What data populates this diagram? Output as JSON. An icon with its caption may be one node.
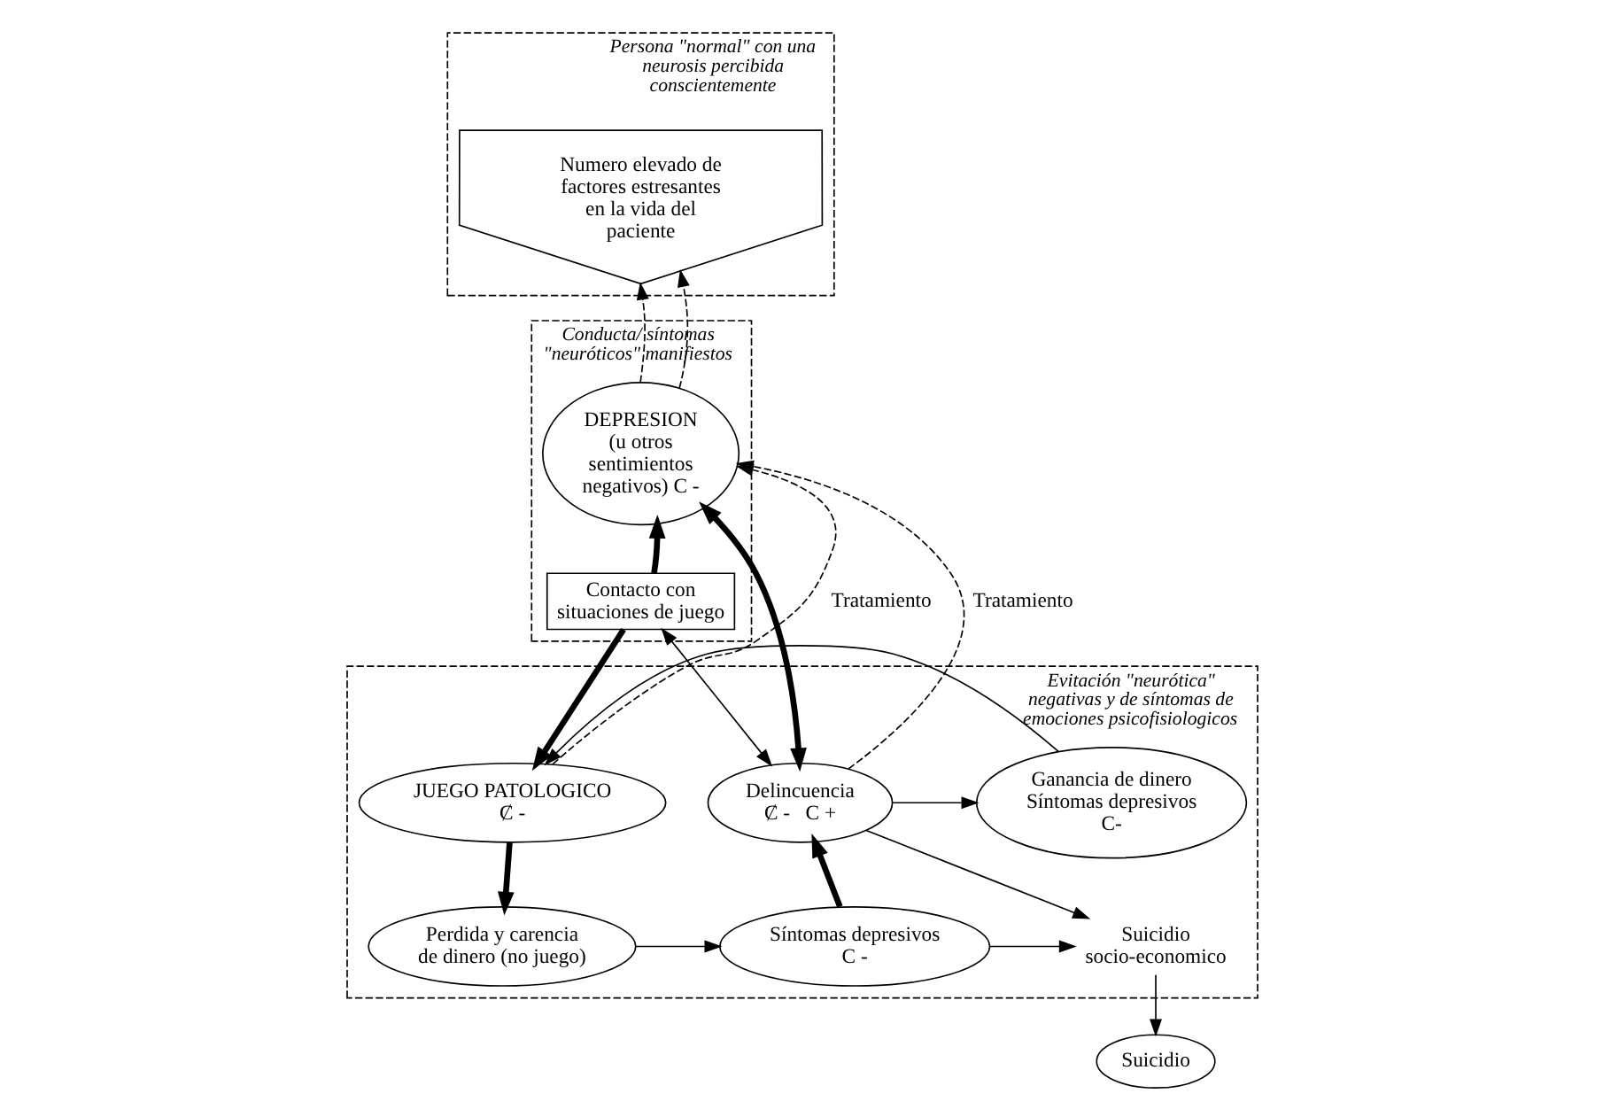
{
  "diagram": {
    "nodes": [
      {
        "text": [
          "Persona \"normal\" con una neurosis percibida conscientemente"
        ]
      },
      {
        "text": [
          "Numero elevado de factores estresantes en la vida del paciente"
        ],
        "in": 0
      },
      {
        "text": [
          "Conducta/ síntomas \"neuróticos\" manifiestos"
        ]
      },
      {
        "text": [
          "DEPRESION",
          "(u otros sentimientos negativos) C -"
        ],
        "in": 2
      },
      {
        "text": [
          "Contacto con situaciones de juego"
        ],
        "in": 2
      },
      {
        "text": [
          "Evitación \"neurótica\" negativas y de síntomas de emociones psicofisiologicos"
        ]
      },
      {
        "text": [
          "JUEGO PATOLOGICO",
          "Ȼ -"
        ],
        "in": 5
      },
      {
        "text": [
          "Ganancia de dinero Síntomas depresivos",
          "C-"
        ],
        "in": 5
      },
      {
        "text": [
          "Delincuencia",
          "Ȼ -   C +"
        ],
        "in": 5
      },
      {
        "text": [
          "Perdida y carencia de dinero (no juego)"
        ],
        "in": 5
      },
      {
        "text": [
          "Síntomas depresivos",
          "C -"
        ],
        "in": 5
      },
      {
        "text": [
          "Suicidio socio-economico"
        ],
        "in": 5
      },
      {
        "text": [
          "Suicidio"
        ]
      }
    ],
    "edges": [
      {
        "from": 3,
        "to": 1,
        "arrow": "to",
        "style": "dashed"
      },
      {
        "from": 3,
        "to": 1,
        "arrow": "to",
        "style": "dashed"
      },
      {
        "from": 6,
        "to": 3,
        "arrow": "to",
        "style": "dashed",
        "label": "Tratamiento"
      },
      {
        "from": 8,
        "to": 3,
        "arrow": "to",
        "style": "dashed",
        "label": "Tratamiento"
      },
      {
        "from": 4,
        "to": 3,
        "arrow": "to",
        "style": "thick"
      },
      {
        "from": 3,
        "to": 8,
        "arrow": "both",
        "style": "thick"
      },
      {
        "from": 8,
        "to": 4,
        "arrow": "both"
      },
      {
        "from": 4,
        "to": 6,
        "arrow": "to",
        "style": "thick"
      },
      {
        "from": 8,
        "to": 7,
        "arrow": "to"
      },
      {
        "from": 7,
        "to": 6,
        "arrow": "to"
      },
      {
        "from": 6,
        "to": 9,
        "arrow": "to",
        "style": "thick"
      },
      {
        "from": 9,
        "to": 10,
        "arrow": "to"
      },
      {
        "from": 10,
        "to": 8,
        "arrow": "to",
        "style": "thick"
      },
      {
        "from": 10,
        "to": 11,
        "arrow": "to"
      },
      {
        "from": 8,
        "to": 11,
        "arrow": "to"
      },
      {
        "from": 11,
        "to": 12,
        "arrow": "to"
      }
    ]
  }
}
